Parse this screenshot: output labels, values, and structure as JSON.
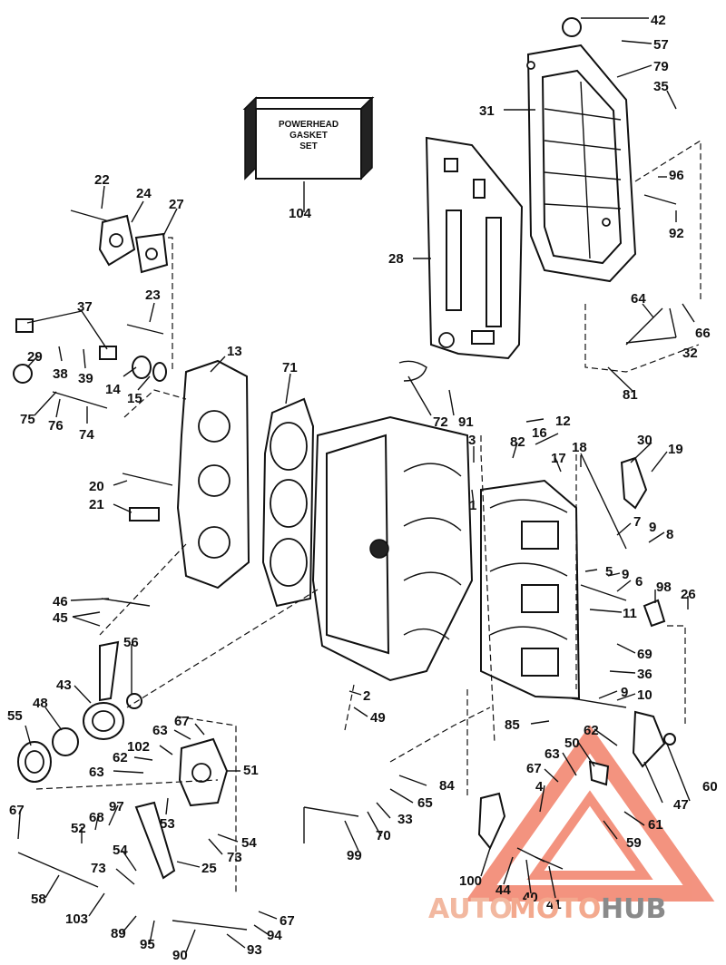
{
  "gasket_set_box": {
    "line1": "POWERHEAD",
    "line2": "GASKET",
    "line3": "SET"
  },
  "labels": {
    "l1": "1",
    "l2": "2",
    "l3": "3",
    "l4": "4",
    "l5": "5",
    "l6": "6",
    "l7": "7",
    "l8": "8",
    "l9a": "9",
    "l9b": "9",
    "l9c": "9",
    "l10": "10",
    "l11": "11",
    "l12": "12",
    "l13": "13",
    "l14": "14",
    "l15": "15",
    "l16": "16",
    "l17": "17",
    "l18": "18",
    "l19": "19",
    "l20": "20",
    "l21": "21",
    "l22": "22",
    "l23": "23",
    "l24": "24",
    "l25": "25",
    "l26": "26",
    "l27": "27",
    "l28": "28",
    "l29": "29",
    "l30": "30",
    "l31": "31",
    "l32": "32",
    "l33": "33",
    "l35": "35",
    "l36": "36",
    "l37": "37",
    "l38": "38",
    "l39": "39",
    "l40": "40",
    "l41": "41",
    "l42": "42",
    "l43": "43",
    "l44": "44",
    "l45": "45",
    "l46": "46",
    "l47": "47",
    "l48": "48",
    "l49": "49",
    "l50": "50",
    "l51": "51",
    "l52": "52",
    "l53": "53",
    "l54a": "54",
    "l54b": "54",
    "l55": "55",
    "l56": "56",
    "l57": "57",
    "l58": "58",
    "l59": "59",
    "l60": "60",
    "l61": "61",
    "l62a": "62",
    "l62b": "62",
    "l63a": "63",
    "l63b": "63",
    "l63c": "63",
    "l64": "64",
    "l65": "65",
    "l66": "66",
    "l67a": "67",
    "l67b": "67",
    "l67c": "67",
    "l67d": "67",
    "l68": "68",
    "l69": "69",
    "l70": "70",
    "l71": "71",
    "l72": "72",
    "l73a": "73",
    "l73b": "73",
    "l74": "74",
    "l75": "75",
    "l76": "76",
    "l79": "79",
    "l81": "81",
    "l82": "82",
    "l84": "84",
    "l85": "85",
    "l89": "89",
    "l90": "90",
    "l91": "91",
    "l92": "92",
    "l93": "93",
    "l94": "94",
    "l95": "95",
    "l96": "96",
    "l97": "97",
    "l98": "98",
    "l99": "99",
    "l100": "100",
    "l102": "102",
    "l103": "103",
    "l104": "104"
  },
  "watermark": {
    "part1": "AUTO",
    "part2": "MOTO",
    "part3": "HUB"
  },
  "colors": {
    "line": "#111111",
    "watermark_red": "#e8533a",
    "watermark_gray": "#8a8a8a"
  }
}
